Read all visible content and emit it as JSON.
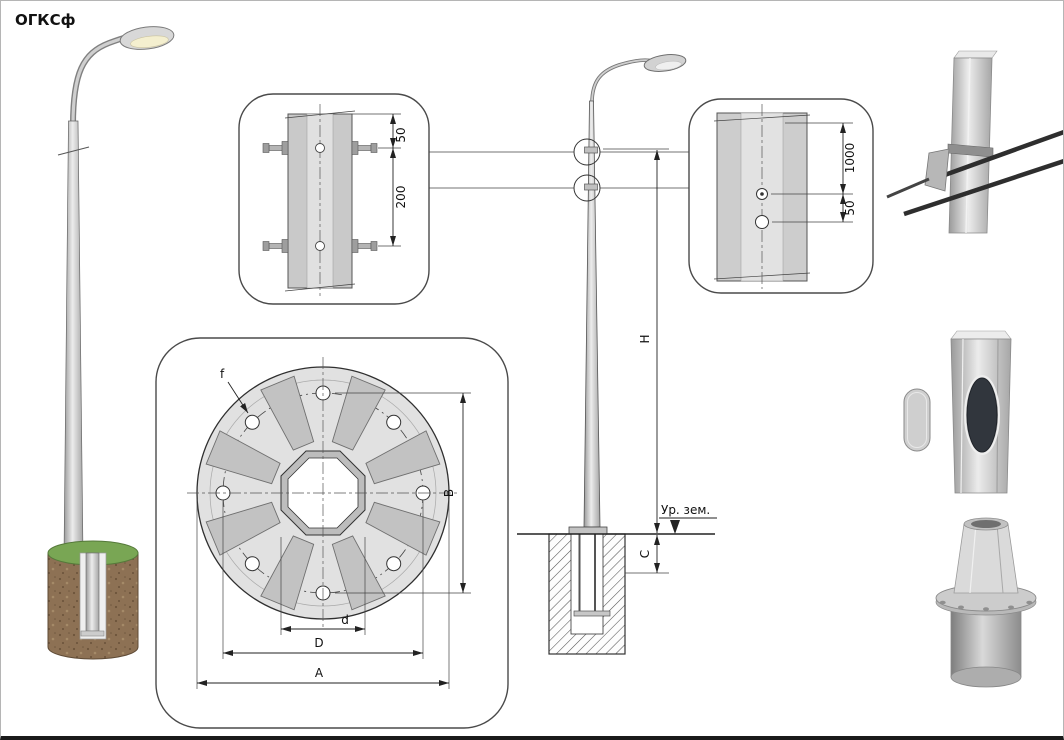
{
  "title": "ОГКСф",
  "detail_top_callout": {
    "dim_top": "50",
    "dim_bottom": "200"
  },
  "detail_right_callout": {
    "dim_top": "1000",
    "dim_bottom": "50"
  },
  "flange_plan": {
    "hole_label": "f",
    "vertical_span_label": "B",
    "inner_diameter_label": "d",
    "bolt_circle_label": "D",
    "outer_diameter_label": "A"
  },
  "elevation": {
    "height_label": "H",
    "embed_label": "C",
    "ground_label": "Ур. зем."
  },
  "colors": {
    "grass": "#79a654",
    "soil": "#8d7154",
    "metal_light": "#ececec",
    "metal_mid": "#c9c9c9",
    "metal_dark": "#9a9a9a",
    "line": "#333333"
  }
}
